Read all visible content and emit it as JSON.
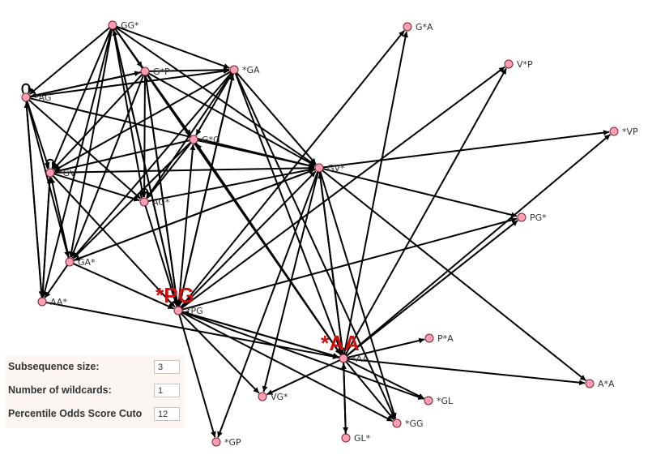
{
  "graph": {
    "nodes": [
      {
        "id": "GG*",
        "label": "GG*"
      },
      {
        "id": "G*P",
        "label": "G*P"
      },
      {
        "id": "*GA",
        "label": "*GA"
      },
      {
        "id": "*AG",
        "label": "*AG"
      },
      {
        "id": "G*G",
        "label": "G*G"
      },
      {
        "id": "*GV",
        "label": "*GV"
      },
      {
        "id": "AG*",
        "label": "AG*"
      },
      {
        "id": "GA*",
        "label": "GA*"
      },
      {
        "id": "AA*",
        "label": "AA*"
      },
      {
        "id": "*PG",
        "label": "*PG",
        "highlight": "*PG"
      },
      {
        "id": "GV*",
        "label": "GV*"
      },
      {
        "id": "G*A",
        "label": "G*A"
      },
      {
        "id": "V*P",
        "label": "V*P"
      },
      {
        "id": "*VP",
        "label": "*VP"
      },
      {
        "id": "PG*",
        "label": "PG*"
      },
      {
        "id": "*AA",
        "label": "*AA",
        "highlight": "*AA"
      },
      {
        "id": "P*A",
        "label": "P*A"
      },
      {
        "id": "A*A",
        "label": "A*A"
      },
      {
        "id": "*GL",
        "label": "*GL"
      },
      {
        "id": "*GG",
        "label": "*GG"
      },
      {
        "id": "GL*",
        "label": "GL*"
      },
      {
        "id": "VG*",
        "label": "VG*"
      },
      {
        "id": "*GP",
        "label": "*GP"
      }
    ],
    "edges": [
      [
        "GG*",
        "G*P"
      ],
      [
        "GG*",
        "*GA"
      ],
      [
        "GG*",
        "G*G"
      ],
      [
        "GG*",
        "GV*"
      ],
      [
        "GG*",
        "AG*"
      ],
      [
        "GG*",
        "*PG"
      ],
      [
        "GG*",
        "*AG"
      ],
      [
        "GG*",
        "*GV"
      ],
      [
        "GG*",
        "GA*"
      ],
      [
        "GG*",
        "AA*"
      ],
      [
        "GG*",
        "*AA"
      ],
      [
        "G*P",
        "*GA"
      ],
      [
        "G*P",
        "G*G"
      ],
      [
        "G*P",
        "GV*"
      ],
      [
        "G*P",
        "AG*"
      ],
      [
        "G*P",
        "*PG"
      ],
      [
        "G*P",
        "*AG"
      ],
      [
        "G*P",
        "*GV"
      ],
      [
        "G*P",
        "GA*"
      ],
      [
        "*AG",
        "*GA"
      ],
      [
        "*AG",
        "G*P"
      ],
      [
        "*AG",
        "*GV"
      ],
      [
        "*AG",
        "GA*"
      ],
      [
        "*AG",
        "AA*"
      ],
      [
        "*AG",
        "GV*"
      ],
      [
        "*AG",
        "AG*"
      ],
      [
        "*AG",
        "*AG"
      ],
      [
        "*GA",
        "G*G"
      ],
      [
        "*GA",
        "GV*"
      ],
      [
        "*GA",
        "AG*"
      ],
      [
        "*GA",
        "*PG"
      ],
      [
        "*GA",
        "*GV"
      ],
      [
        "*GA",
        "GA*"
      ],
      [
        "*GA",
        "*AA"
      ],
      [
        "*GA",
        "*GG"
      ],
      [
        "G*G",
        "GV*"
      ],
      [
        "G*G",
        "AG*"
      ],
      [
        "G*G",
        "*GV"
      ],
      [
        "G*G",
        "GA*"
      ],
      [
        "G*G",
        "*AA"
      ],
      [
        "*GV",
        "GV*"
      ],
      [
        "*GV",
        "AG*"
      ],
      [
        "*GV",
        "*GV"
      ],
      [
        "*GV",
        "AA*"
      ],
      [
        "*GV",
        "*PG"
      ],
      [
        "AG*",
        "AG*"
      ],
      [
        "AG*",
        "*PG"
      ],
      [
        "AG*",
        "GV*"
      ],
      [
        "GA*",
        "*GV"
      ],
      [
        "GA*",
        "GV*"
      ],
      [
        "GA*",
        "*PG"
      ],
      [
        "GA*",
        "AA*"
      ],
      [
        "AA*",
        "*AG"
      ],
      [
        "AA*",
        "*GV"
      ],
      [
        "AA*",
        "*AA"
      ],
      [
        "*PG",
        "GG*"
      ],
      [
        "*PG",
        "G*P"
      ],
      [
        "*PG",
        "*GA"
      ],
      [
        "*PG",
        "G*G"
      ],
      [
        "*PG",
        "GV*"
      ],
      [
        "*PG",
        "G*A"
      ],
      [
        "*PG",
        "V*P"
      ],
      [
        "*PG",
        "PG*"
      ],
      [
        "*PG",
        "*AA"
      ],
      [
        "*PG",
        "VG*"
      ],
      [
        "*PG",
        "*GP"
      ],
      [
        "*PG",
        "*GL"
      ],
      [
        "*PG",
        "*GG"
      ],
      [
        "GV*",
        "*VP"
      ],
      [
        "GV*",
        "PG*"
      ],
      [
        "GV*",
        "A*A"
      ],
      [
        "GV*",
        "*AA"
      ],
      [
        "GV*",
        "GA*"
      ],
      [
        "GV*",
        "VG*"
      ],
      [
        "GV*",
        "*GG"
      ],
      [
        "GV*",
        "*GP"
      ],
      [
        "*AA",
        "G*A"
      ],
      [
        "*AA",
        "V*P"
      ],
      [
        "*AA",
        "*VP"
      ],
      [
        "*AA",
        "PG*"
      ],
      [
        "*AA",
        "P*A"
      ],
      [
        "*AA",
        "A*A"
      ],
      [
        "*AA",
        "*GL"
      ],
      [
        "*AA",
        "*GG"
      ],
      [
        "*AA",
        "GL*"
      ],
      [
        "*AA",
        "VG*"
      ],
      [
        "*AA",
        "*PG"
      ],
      [
        "*AA",
        "G*G"
      ],
      [
        "*AA",
        "GV*"
      ],
      [
        "GL*",
        "*AA"
      ]
    ]
  },
  "settings": {
    "subsequence_label": "Subsequence size:",
    "subsequence_value": "3",
    "wildcards_label": "Number of wildcards:",
    "wildcards_value": "1",
    "percentile_label": "Percentile Odds Score Cuto",
    "percentile_value": "12"
  },
  "colors": {
    "node_fill": "#ff9fb4",
    "highlight": "#cc1111",
    "edge": "#000000"
  }
}
